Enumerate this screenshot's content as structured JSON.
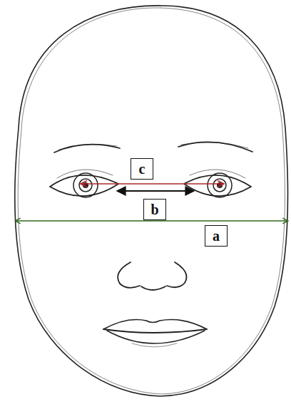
{
  "diagram": {
    "nodes": [
      {
        "text": [
          "c"
        ]
      },
      {
        "text": [
          "b"
        ]
      },
      {
        "text": [
          "a"
        ]
      }
    ]
  }
}
